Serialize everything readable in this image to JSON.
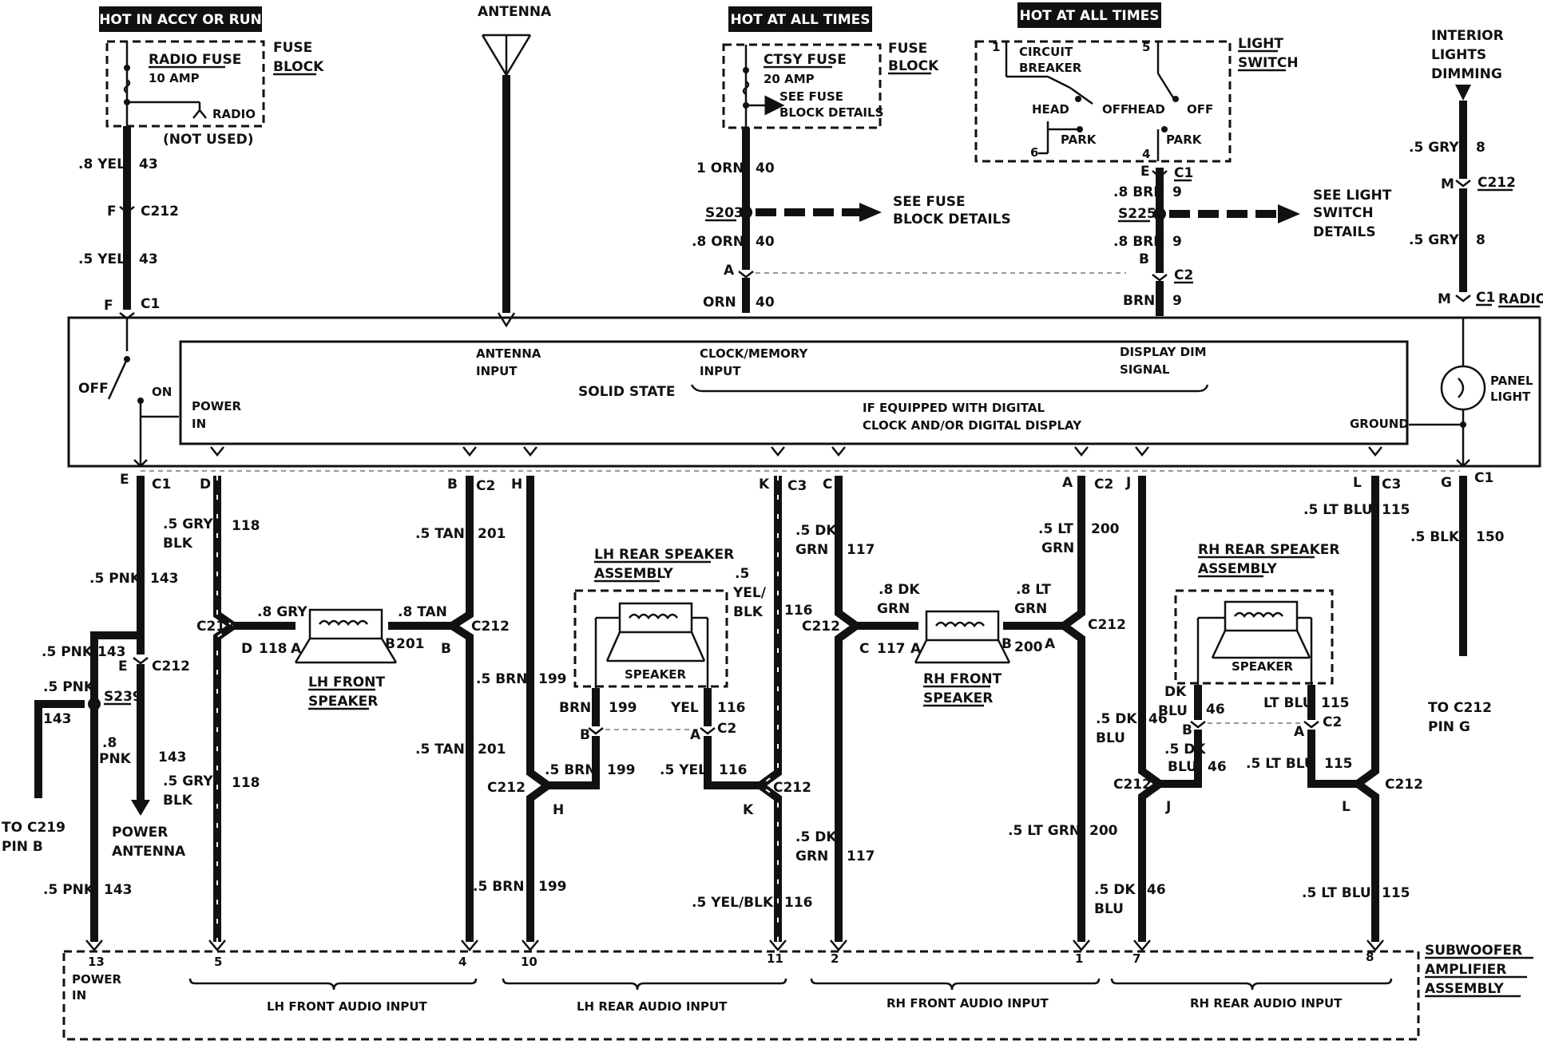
{
  "headers": {
    "hot_accy_run": "HOT IN ACCY OR RUN",
    "hot_all_times_1": "HOT AT ALL TIMES",
    "hot_all_times_2": "HOT AT ALL TIMES"
  },
  "fuse_block_left": {
    "fuse_name": "RADIO FUSE",
    "fuse_rating": "10 AMP",
    "radio": "RADIO",
    "not_used": "(NOT USED)",
    "block_label_1": "FUSE",
    "block_label_2": "BLOCK"
  },
  "fuse_block_right": {
    "fuse_name": "CTSY FUSE",
    "fuse_rating": "20 AMP",
    "see_1": "SEE FUSE",
    "see_2": "BLOCK DETAILS",
    "block_label_1": "FUSE",
    "block_label_2": "BLOCK"
  },
  "antenna": {
    "label": "ANTENNA",
    "input_1": "ANTENNA",
    "input_2": "INPUT"
  },
  "light_switch": {
    "label_1": "LIGHT",
    "label_2": "SWITCH",
    "cb_1": "CIRCUIT",
    "cb_2": "BREAKER",
    "head_1": "HEAD",
    "off_1": "OFF",
    "park_1": "PARK",
    "head_2": "HEAD",
    "off_2": "OFF",
    "park_2": "PARK",
    "pin_1": "1",
    "pin_5": "5",
    "pin_6": "6",
    "pin_4": "4"
  },
  "interior_dim": {
    "line_1": "INTERIOR",
    "line_2": "LIGHTS",
    "line_3": "DIMMING"
  },
  "splices": {
    "s203": "S203",
    "s225": "S225",
    "s239": "S239",
    "see_fuse_1": "SEE FUSE",
    "see_fuse_2": "BLOCK DETAILS",
    "see_light_1": "SEE LIGHT",
    "see_light_2": "SWITCH",
    "see_light_3": "DETAILS"
  },
  "top_wires": {
    "yel8": ".8 YEL",
    "yel8_c": "43",
    "f1": "F",
    "c212_a": "C212",
    "yel5": ".5 YEL",
    "yel5_c": "43",
    "f2": "F",
    "c1_a": "C1",
    "orn1": "1 ORN",
    "orn1_c": "40",
    "orn8": ".8 ORN",
    "orn8_c": "40",
    "a_pin": "A",
    "orn": "ORN",
    "orn_c": "40",
    "e_pin": "E",
    "c1_b": "C1",
    "brn8": ".8 BRN",
    "brn8_c": "9",
    "brn8b": ".8 BRN",
    "brn8b_c": "9",
    "b_pin": "B",
    "c2_a": "C2",
    "brn": "BRN",
    "brn_c": "9",
    "gry5": ".5 GRY",
    "gry5_c": "8",
    "m1": "M",
    "c212_b": "C212",
    "gry5b": ".5 GRY",
    "gry5b_c": "8",
    "m2": "M",
    "c1_c": "C1"
  },
  "radio": {
    "label": "RADIO",
    "off": "OFF",
    "on": "ON",
    "power_1": "POWER",
    "power_2": "IN",
    "solid_state": "SOLID STATE",
    "clock_1": "CLOCK/MEMORY",
    "clock_2": "INPUT",
    "dim_1": "DISPLAY DIM",
    "dim_2": "SIGNAL",
    "digital_1": "IF EQUIPPED WITH DIGITAL",
    "digital_2": "CLOCK AND/OR DIGITAL DISPLAY",
    "ground": "GROUND",
    "panel_1": "PANEL",
    "panel_2": "LIGHT"
  },
  "radio_pins": {
    "e": "E",
    "c1_e": "C1",
    "d": "D",
    "b": "B",
    "c2_b": "C2",
    "h": "H",
    "k": "K",
    "c3_k": "C3",
    "c": "C",
    "a": "A",
    "c2_a": "C2",
    "j": "J",
    "l": "L",
    "c3_l": "C3",
    "g": "G",
    "c1_g": "C1"
  },
  "bottom_wires": {
    "gry_blk_1": ".5 GRY/",
    "gry_blk_2": "BLK",
    "gry_blk_c": "118",
    "pnk5": ".5 PNK",
    "pnk5_c": "143",
    "tan5": ".5 TAN",
    "tan5_c": "201",
    "dkgrn_1": ".5 DK",
    "dkgrn_2": "GRN",
    "dkgrn_c": "117",
    "ltgrn_1": ".5 LT",
    "ltgrn_2": "GRN",
    "ltgrn_c": "200",
    "ltblu": ".5 LT BLU",
    "ltblu_c": "115",
    "blk5": ".5 BLK",
    "blk5_c": "150",
    "yelblk_1": ".5",
    "yelblk_2": "YEL/",
    "yelblk_3": "BLK",
    "yelblk_c": "116",
    "brn5": ".5 BRN",
    "brn5_c": "199",
    "tan5b": ".5 TAN",
    "tan5b_c": "201",
    "pnk_143": "143",
    "pnk_l": ".5 PNK",
    "e_c212": "E",
    "c212_pnk": "C212",
    "pnk_l2": ".5 PNK",
    "pnk_l3": "143",
    "pnk8_1": ".8",
    "pnk8_2": "PNK",
    "pnk8_c": "143",
    "gry_blk_b1": ".5 GRY/",
    "gry_blk_b2": "BLK",
    "gry_blk_bc": "118",
    "power_ant_1": "POWER",
    "power_ant_2": "ANTENNA",
    "to_c219_1": "TO C219",
    "to_c219_2": "PIN B",
    "pnk_bot": ".5 PNK",
    "pnk_bot_c": "143",
    "brn_bot": ".5 BRN",
    "brn_bot_c": "199",
    "yelblk_bot": ".5 YEL/BLK",
    "yelblk_bot_c": "116",
    "dkgrn_b1": ".5 DK",
    "dkgrn_b2": "GRN",
    "dkgrn_bc": "117",
    "ltgrn_bot": ".5 LT GRN",
    "ltgrn_bot_c": "200",
    "dkblu_1": ".5 DK",
    "dkblu_2": "BLU",
    "dkblu_c": "46",
    "dkblu_b1": ".5 DK",
    "dkblu_b2": "BLU",
    "dkblu_bc": "46",
    "ltblu_bot": ".5 LT BLU",
    "ltblu_bot_c": "115",
    "to_c212_1": "TO C212",
    "to_c212_2": "PIN G"
  },
  "lh_front": {
    "c212_l": "C212",
    "gry8": ".8 GRY",
    "tan8": ".8 TAN",
    "c212_r": "C212",
    "d": "D",
    "c118": "118",
    "a": "A",
    "b": "B",
    "c201": "201",
    "b2": "B",
    "label_1": "LH FRONT",
    "label_2": "SPEAKER"
  },
  "lh_rear": {
    "label_1": "LH REAR SPEAKER",
    "label_2": "ASSEMBLY",
    "speaker": "SPEAKER",
    "brn": "BRN",
    "brn_c": "199",
    "yel": "YEL",
    "yel_c": "116",
    "b": "B",
    "a": "A",
    "c2": "C2",
    "c212_l": "C212",
    "brn5": ".5 BRN",
    "brn5_c": "199",
    "h": "H",
    "yel5": ".5 YEL",
    "yel5_c": "116",
    "c212_r": "C212",
    "k": "K"
  },
  "rh_front": {
    "c212_l": "C212",
    "dkgrn_1": ".8 DK",
    "dkgrn_2": "GRN",
    "ltgrn_1": ".8 LT",
    "ltgrn_2": "GRN",
    "c212_r": "C212",
    "c": "C",
    "c117": "117",
    "a": "A",
    "b": "B",
    "c200": "200",
    "a2": "A",
    "label_1": "RH FRONT",
    "label_2": "SPEAKER"
  },
  "rh_rear": {
    "label_1": "RH REAR SPEAKER",
    "label_2": "ASSEMBLY",
    "speaker": "SPEAKER",
    "dkblu_1": "DK",
    "dkblu_2": "BLU",
    "dkblu_c": "46",
    "ltblu": "LT BLU",
    "ltblu_c": "115",
    "b": "B",
    "a": "A",
    "c2": "C2",
    "dkblu5_1": ".5 DK",
    "dkblu5_2": "BLU",
    "dkblu5_c": "46",
    "ltblu5": ".5 LT BLU",
    "ltblu5_c": "115",
    "c212_l": "C212",
    "j": "J",
    "c212_r": "C212",
    "l": "L"
  },
  "amp": {
    "label_1": "SUBWOOFER",
    "label_2": "AMPLIFIER",
    "label_3": "ASSEMBLY",
    "pin_13": "13",
    "pin_5": "5",
    "pin_4": "4",
    "pin_10": "10",
    "pin_11": "11",
    "pin_2": "2",
    "pin_1": "1",
    "pin_7": "7",
    "pin_8": "8",
    "power_1": "POWER",
    "power_2": "IN",
    "lh_front": "LH FRONT AUDIO INPUT",
    "lh_rear": "LH REAR AUDIO INPUT",
    "rh_front": "RH FRONT AUDIO INPUT",
    "rh_rear": "RH REAR AUDIO INPUT"
  }
}
